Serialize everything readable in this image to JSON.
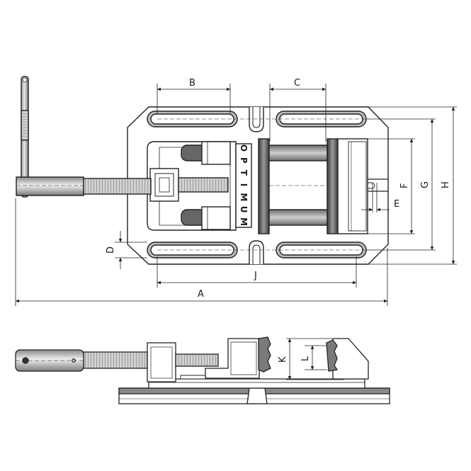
{
  "brand": {
    "letters": [
      "O",
      "P",
      "T",
      "I",
      "M",
      "U",
      "M"
    ]
  },
  "dimensions": {
    "A": "A",
    "B": "B",
    "C": "C",
    "D": "D",
    "E": "E",
    "F": "F",
    "G": "G",
    "H": "H",
    "J": "J",
    "K": "K",
    "L": "L"
  },
  "colors": {
    "outline": "#222222",
    "body_fill": "#ffffff",
    "shade_light": "#d8d8d8",
    "shade_mid": "#a9a9a9",
    "shade_dark": "#5a5a5a"
  }
}
